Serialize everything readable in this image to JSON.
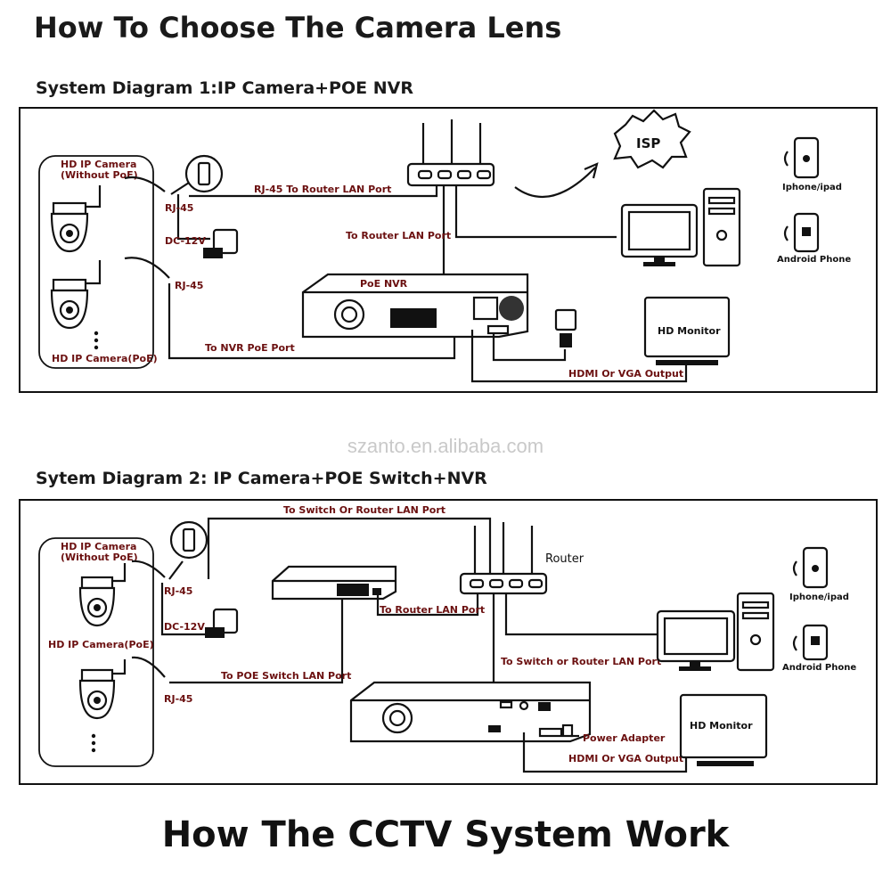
{
  "page": {
    "title": "How To Choose The Camera Lens",
    "footer": "How The CCTV System Work",
    "watermark": "szanto.en.alibaba.com"
  },
  "diagram1": {
    "heading": "System Diagram 1:IP Camera+POE NVR",
    "labels": {
      "cam_top": "HD IP Camera",
      "cam_top_sub": "(Without PoE)",
      "cam_bottom": "HD IP Camera(PoE)",
      "rj45_a": "RJ-45",
      "rj45_b": "RJ-45",
      "dc12v": "DC-12V",
      "to_router_lan": "RJ-45 To Router LAN Port",
      "to_router_lan2": "To Router LAN Port",
      "to_nvr_poe": "To NVR PoE Port",
      "poe_nvr": "PoE NVR",
      "isp": "ISP",
      "iphone": "Iphone/ipad",
      "android": "Android Phone",
      "hd_monitor": "HD Monitor",
      "hdmi_vga": "HDMI Or  VGA Output"
    }
  },
  "diagram2": {
    "heading": "Sytem Diagram 2: IP Camera+POE Switch+NVR",
    "labels": {
      "cam_top": "HD IP Camera",
      "cam_top_sub": "(Without PoE)",
      "cam_bottom": "HD IP Camera(PoE)",
      "rj45_a": "RJ-45",
      "rj45_b": "RJ-45",
      "dc12v": "DC-12V",
      "to_switch_router": "To Switch Or Router LAN Port",
      "to_router_lan": "To Router LAN Port",
      "to_poe_switch": "To POE Switch LAN Port",
      "router": "Router",
      "to_switch_or_router": "To Switch or Router LAN Port",
      "power_adapter": "Power Adapter",
      "hdmi_vga": "HDMI Or VGA Output",
      "hd_monitor": "HD Monitor",
      "iphone": "Iphone/ipad",
      "android": "Android Phone"
    }
  },
  "colors": {
    "label": "#6b1010",
    "line": "#111111"
  }
}
